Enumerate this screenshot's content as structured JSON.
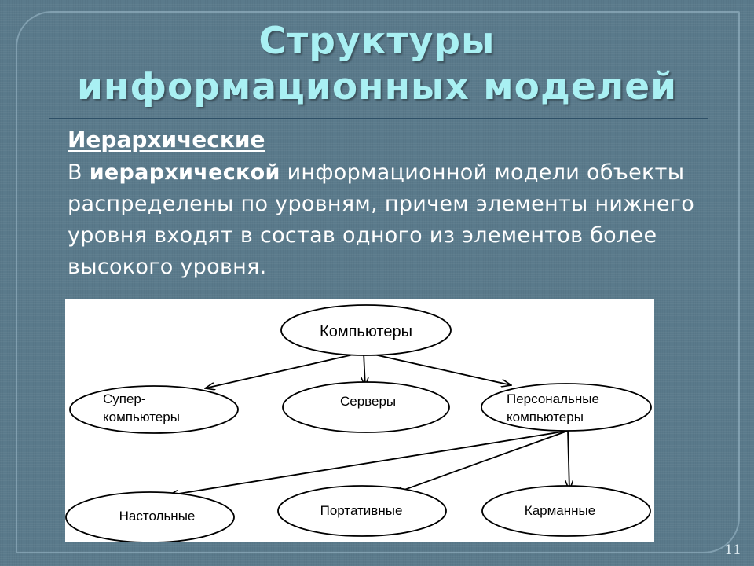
{
  "slide": {
    "title_line1": "Структуры",
    "title_line2": "информационных моделей",
    "heading": "Иерархические",
    "body_pre": "В ",
    "body_bold": "иерархической",
    "body_post": " информационной модели объекты распределены по уровням, причем элементы нижнего уровня входят в состав одного из элементов более высокого уровня.",
    "page_number": "11"
  },
  "diagram": {
    "root": "Компьютеры",
    "level2": {
      "super_line1": "Супер-",
      "super_line2": "компьютеры",
      "servers": "Серверы",
      "personal_line1": "Персональные",
      "personal_line2": "компьютеры"
    },
    "level3": {
      "desktop": "Настольные",
      "portable": "Портативные",
      "pocket": "Карманные"
    }
  },
  "colors": {
    "background": "#5a7a8b",
    "title": "#a9f0f3",
    "rule": "#2d4f66",
    "text": "#ffffff"
  }
}
